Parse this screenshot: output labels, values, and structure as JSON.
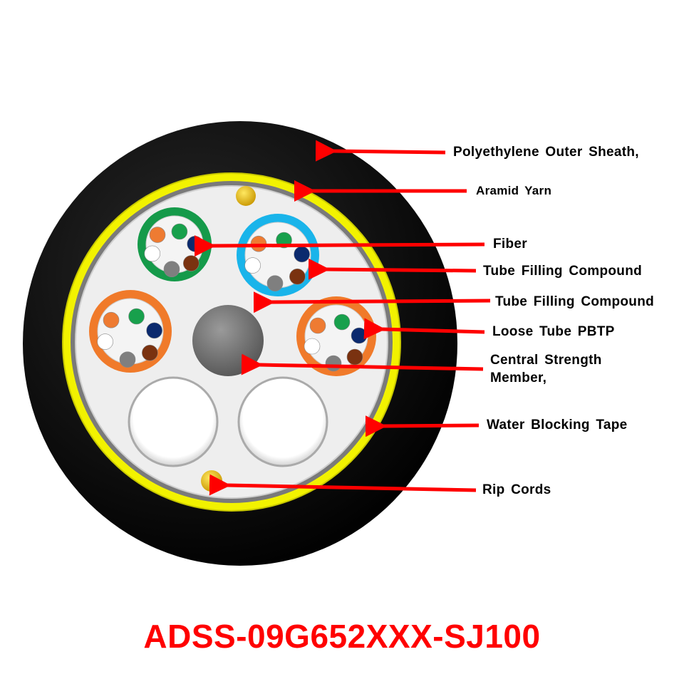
{
  "labels": {
    "outer_sheath": "Polyethylene Outer Sheath,",
    "aramid_yarn": "Aramid Yarn",
    "fiber": "Fiber",
    "tube_filling_1": "Tube Filling Compound",
    "tube_filling_2": "Tube Filling Compound",
    "loose_tube": "Loose Tube PBTP",
    "central_strength_1": "Central Strength",
    "central_strength_2": "Member,",
    "water_blocking": "Water Blocking Tape",
    "rip_cords": "Rip Cords"
  },
  "title": "ADSS-09G652XXX-SJ100",
  "colors": {
    "sheath": "#050505",
    "aramid": "#f2f200",
    "tape": "#7a7a7a",
    "filler": "#eeeeee",
    "arrow": "#ff0000",
    "title": "#ff0000",
    "tube_green": "#159a4a",
    "tube_blue": "#19b4ea",
    "tube_orange": "#f07a2a",
    "fibers": [
      "#ee7b32",
      "#18a04c",
      "#0b2a6e",
      "#7a3210",
      "#7f7f7f",
      "#ffffff"
    ]
  }
}
